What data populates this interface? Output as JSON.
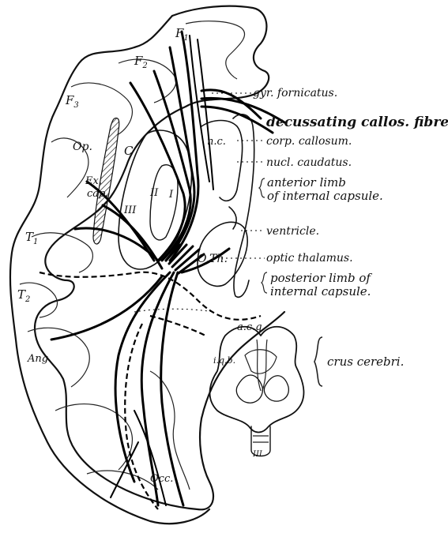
{
  "labels": {
    "gyr_fornicatus": "gyr. fornicatus.",
    "decussating": "decussating callos. fibres.",
    "corp_callosum": "corp. callosum.",
    "nucl_caudatus": "nucl. caudatus.",
    "anterior_limb_1": "anterior limb",
    "anterior_limb_2": "of internal capsule.",
    "ventricle": "ventricle.",
    "optic_thalamus": "optic thalamus.",
    "posterior_limb_1": "posterior limb of",
    "posterior_limb_2": "internal capsule.",
    "crus_cerebri": "crus cerebri."
  },
  "regions": {
    "f1": "F",
    "f1_sub": "1",
    "f2": "F",
    "f2_sub": "2",
    "f3": "F",
    "f3_sub": "3",
    "op": "Op.",
    "c": "C",
    "ex": "Ex.",
    "cap": "cap.",
    "nc": "n.c.",
    "iii": "III",
    "ii": "II",
    "i": "I",
    "t1": "T",
    "t1_sub": "1",
    "t2": "T",
    "t2_sub": "2",
    "oth": "O.Th.",
    "acq": "a.c.q.",
    "iqb": "i.q.b.",
    "ang": "Ang.",
    "occ": "Occ.",
    "nerve": "III"
  }
}
